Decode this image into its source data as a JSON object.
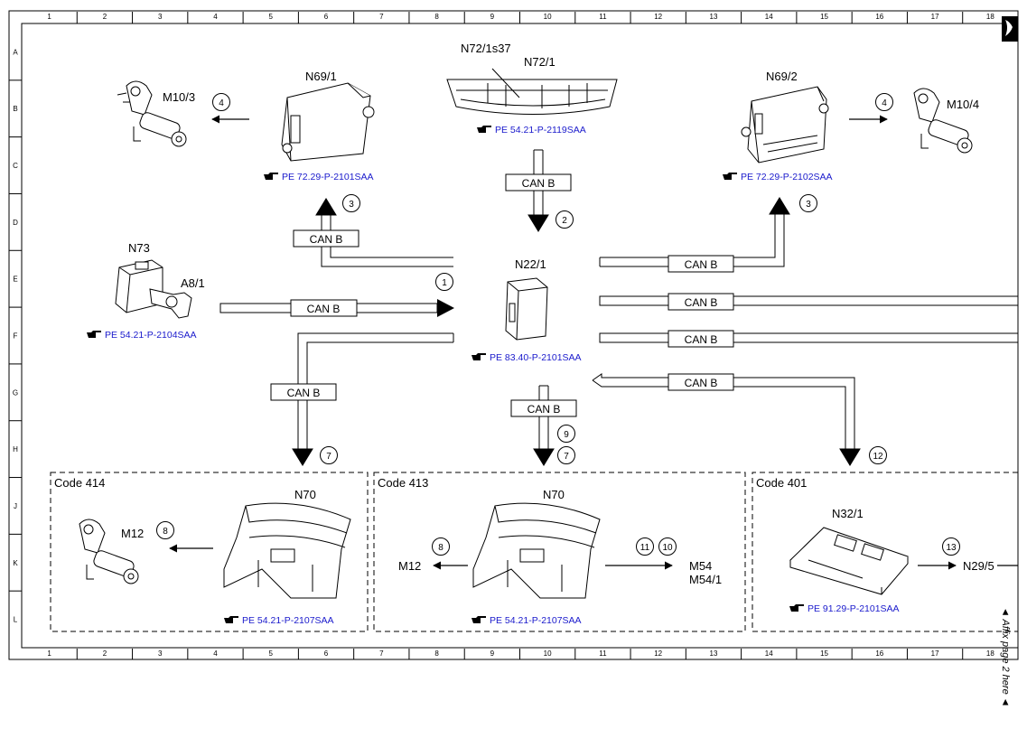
{
  "grid": {
    "columns": [
      "1",
      "2",
      "3",
      "4",
      "5",
      "6",
      "7",
      "8",
      "9",
      "10",
      "11",
      "12",
      "13",
      "14",
      "15",
      "16",
      "17",
      "18"
    ],
    "rows": [
      "A",
      "B",
      "C",
      "D",
      "E",
      "F",
      "G",
      "H",
      "J",
      "K",
      "L"
    ]
  },
  "components": {
    "m10_3": "M10/3",
    "n69_1": "N69/1",
    "n72_1s37": "N72/1s37",
    "n72_1": "N72/1",
    "n69_2": "N69/2",
    "m10_4": "M10/4",
    "n73": "N73",
    "a8_1": "A8/1",
    "n22_1": "N22/1",
    "n70_left": "N70",
    "n70_mid": "N70",
    "m12_left": "M12",
    "m12_mid": "M12",
    "m54": "M54",
    "m54_1": "M54/1",
    "n32_1": "N32/1",
    "n29_5": "N29/5"
  },
  "references": {
    "n69_1": "PE 72.29-P-2101SAA",
    "n72_1": "PE 54.21-P-2119SAA",
    "n69_2": "PE 72.29-P-2102SAA",
    "n73": "PE 54.21-P-2104SAA",
    "n22_1": "PE 83.40-P-2101SAA",
    "n70_left": "PE 54.21-P-2107SAA",
    "n70_mid": "PE 54.21-P-2107SAA",
    "n32_1": "PE 91.29-P-2101SAA"
  },
  "bus_labels": {
    "can1": "CAN B",
    "can2": "CAN B",
    "can3": "CAN B",
    "can4": "CAN B",
    "can5": "CAN B",
    "can6": "CAN B",
    "can7": "CAN B",
    "can8": "CAN B",
    "can9": "CAN B"
  },
  "step_numbers": {
    "s4a": "4",
    "s4b": "4",
    "s3a": "3",
    "s3b": "3",
    "s2": "2",
    "s1": "1",
    "s7a": "7",
    "s7b": "7",
    "s9": "9",
    "s12": "12",
    "s8a": "8",
    "s8b": "8",
    "s11": "11",
    "s10": "10",
    "s13": "13"
  },
  "codes": {
    "code414": "Code 414",
    "code413": "Code 413",
    "code401": "Code 401"
  },
  "affix_note": "◄ Affix page 2 here ◄",
  "icons": {
    "reference": "pointing-hand-icon"
  }
}
